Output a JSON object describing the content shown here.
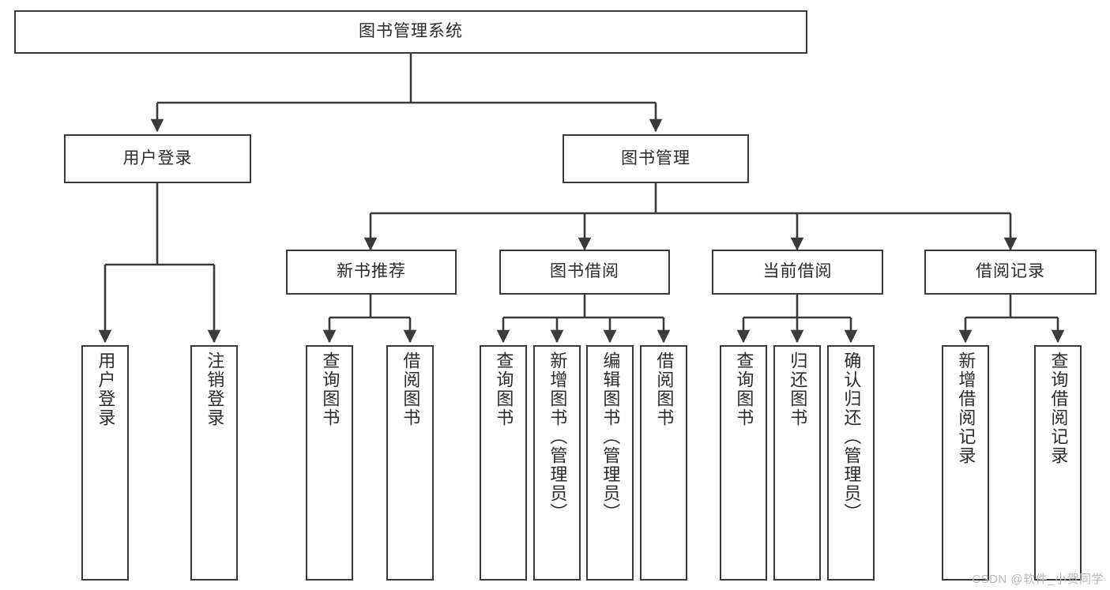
{
  "diagram": {
    "title": "图书管理系统",
    "type": "tree-hierarchy",
    "watermark": "CSDN @软件_小贺同学",
    "colors": {
      "box_border": "#3a3a3a",
      "box_fill": "#ffffff",
      "connector": "#3a3a3a",
      "text": "#2b2b2b",
      "watermark": "#b9b9b9"
    },
    "root": {
      "id": "root",
      "label": "图书管理系统"
    },
    "level2": [
      {
        "id": "user-login",
        "label": "用户登录"
      },
      {
        "id": "book-manage",
        "label": "图书管理"
      }
    ],
    "level3": [
      {
        "id": "new-book-rec",
        "label": "新书推荐"
      },
      {
        "id": "book-borrow",
        "label": "图书借阅"
      },
      {
        "id": "current-borrow",
        "label": "当前借阅"
      },
      {
        "id": "borrow-record",
        "label": "借阅记录"
      }
    ],
    "leaves": {
      "user_login": [
        {
          "id": "leaf-user-login",
          "label": "用户登录"
        },
        {
          "id": "leaf-logout-login",
          "label": "注销登录"
        }
      ],
      "new_book_rec": [
        {
          "id": "leaf-query-book-1",
          "label": "查询图书"
        },
        {
          "id": "leaf-borrow-book-1",
          "label": "借阅图书"
        }
      ],
      "book_borrow": [
        {
          "id": "leaf-query-book-2",
          "label": "查询图书"
        },
        {
          "id": "leaf-add-book",
          "label": "新增图书（管理员）"
        },
        {
          "id": "leaf-edit-book",
          "label": "编辑图书（管理员）"
        },
        {
          "id": "leaf-borrow-book-2",
          "label": "借阅图书"
        }
      ],
      "current_borrow": [
        {
          "id": "leaf-query-book-3",
          "label": "查询图书"
        },
        {
          "id": "leaf-return-book",
          "label": "归还图书"
        },
        {
          "id": "leaf-confirm-return",
          "label": "确认归还（管理员）"
        }
      ],
      "borrow_record": [
        {
          "id": "leaf-add-record",
          "label": "新增借阅记录"
        },
        {
          "id": "leaf-query-record",
          "label": "查询借阅记录"
        }
      ]
    }
  }
}
